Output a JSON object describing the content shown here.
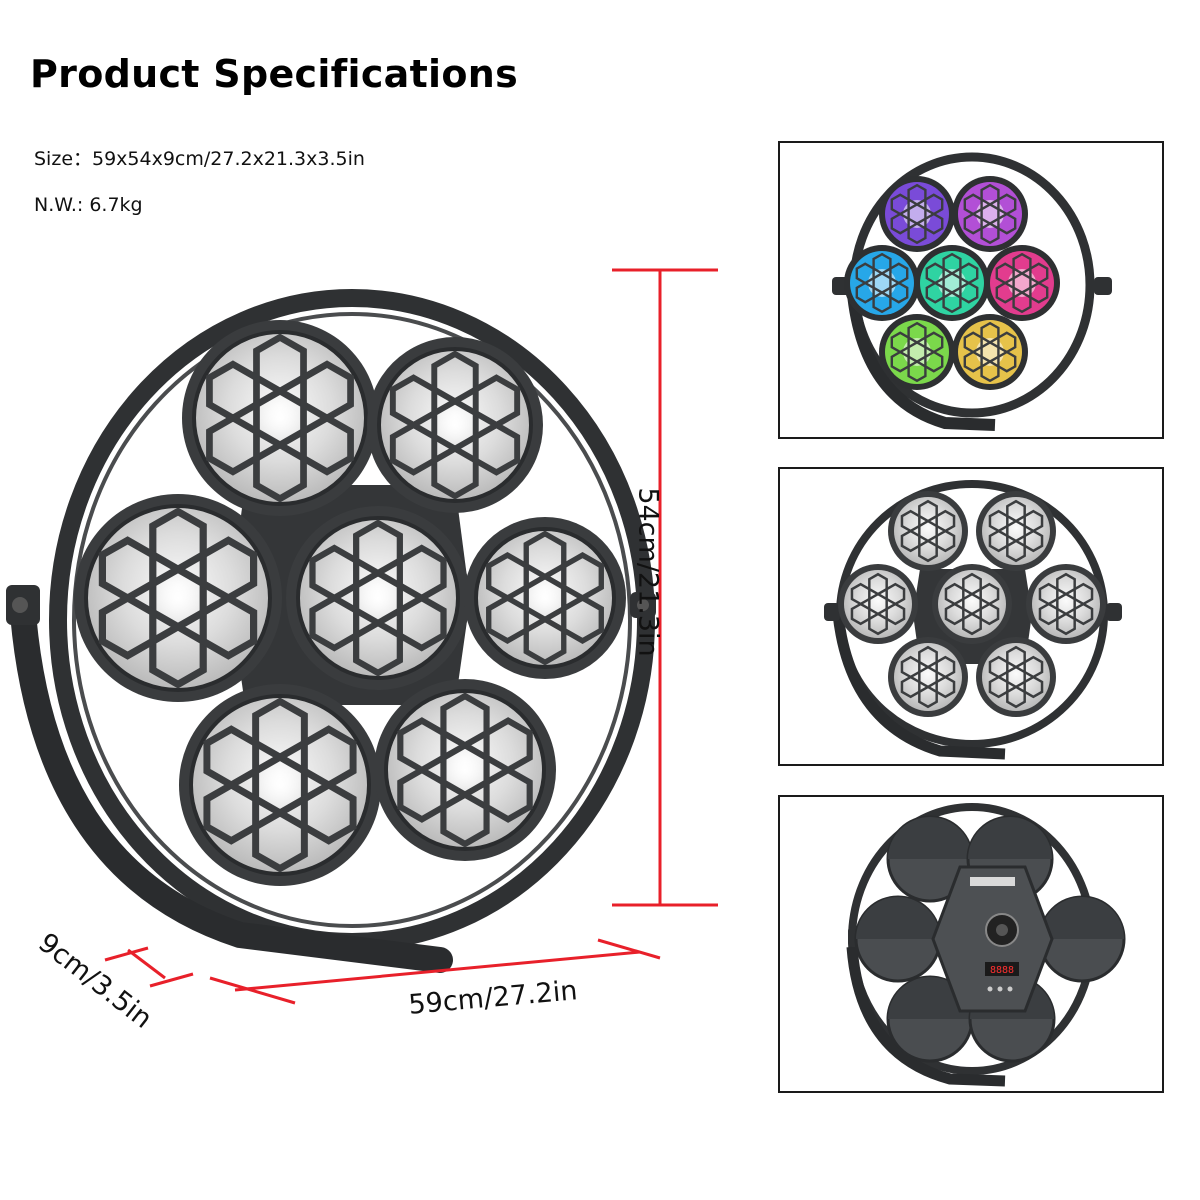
{
  "title": "Product Specifications",
  "specs": {
    "size": "Size：59x54x9cm/27.2x21.3x3.5in",
    "net_weight": "N.W.: 6.7kg"
  },
  "dimensions": {
    "height": "54cm/21.3in",
    "width": "59cm/27.2in",
    "depth": "9cm/3.5in"
  },
  "colors": {
    "dimension_line": "#e8202a",
    "fixture_body": "#3a3c3e",
    "thumb_border": "#1a1a1a"
  },
  "thumbnails": [
    {
      "view": "front-lit-rgb",
      "lens_colors": [
        "#7a4bd8",
        "#b24fd6",
        "#27a7e8",
        "#2fd3a2",
        "#e23c8e",
        "#7bd84b",
        "#e6c24a"
      ]
    },
    {
      "view": "front-unlit"
    },
    {
      "view": "back-panel",
      "display_text": "8888"
    }
  ]
}
